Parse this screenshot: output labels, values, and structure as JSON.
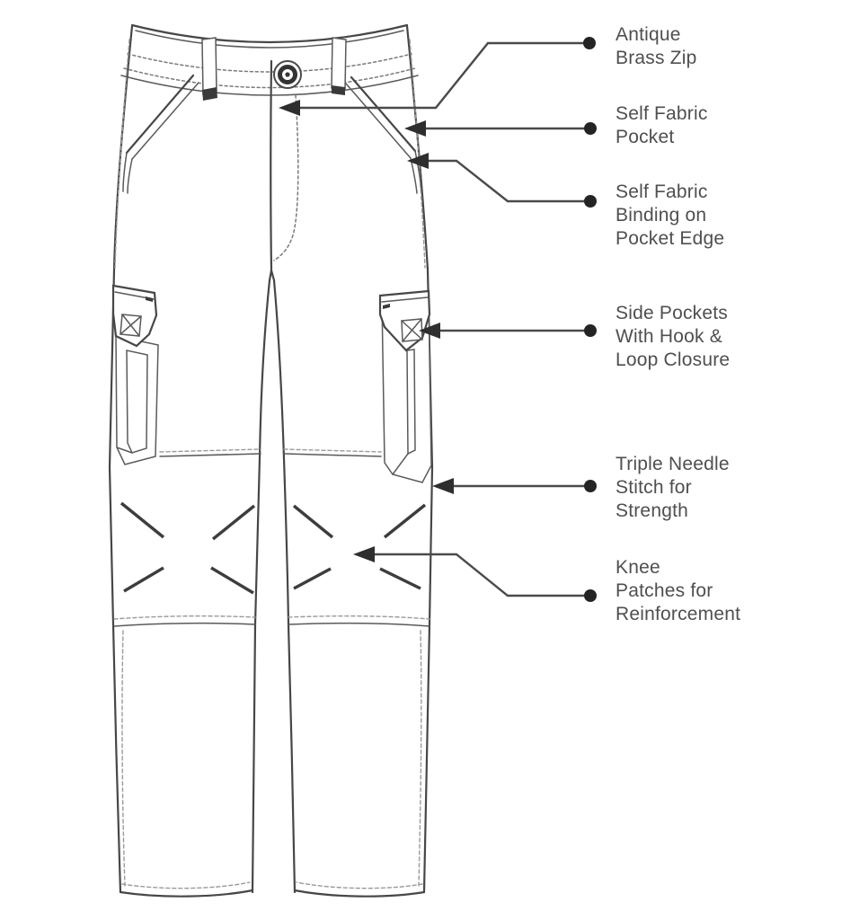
{
  "diagram": {
    "subject": "cargo-trousers-front-flat-sketch",
    "style": {
      "background": "#ffffff",
      "sketch_line": "#474747",
      "stitch_line": "#9a9a9a",
      "leader_line": "#4a4a4a",
      "leader_dot": "#242424",
      "label_text": "#4f4f4f"
    },
    "callouts": [
      {
        "id": "antique-brass-zip",
        "text": "Antique\nBrass Zip"
      },
      {
        "id": "self-fabric-pocket",
        "text": "Self Fabric\nPocket"
      },
      {
        "id": "self-fabric-binding",
        "text": "Self Fabric\nBinding on\nPocket Edge"
      },
      {
        "id": "side-pockets",
        "text": "Side Pockets\nWith Hook &\nLoop Closure"
      },
      {
        "id": "triple-needle-stitch",
        "text": "Triple Needle\nStitch for\nStrength"
      },
      {
        "id": "knee-patches",
        "text": "Knee\nPatches for\nReinforcement"
      }
    ]
  }
}
